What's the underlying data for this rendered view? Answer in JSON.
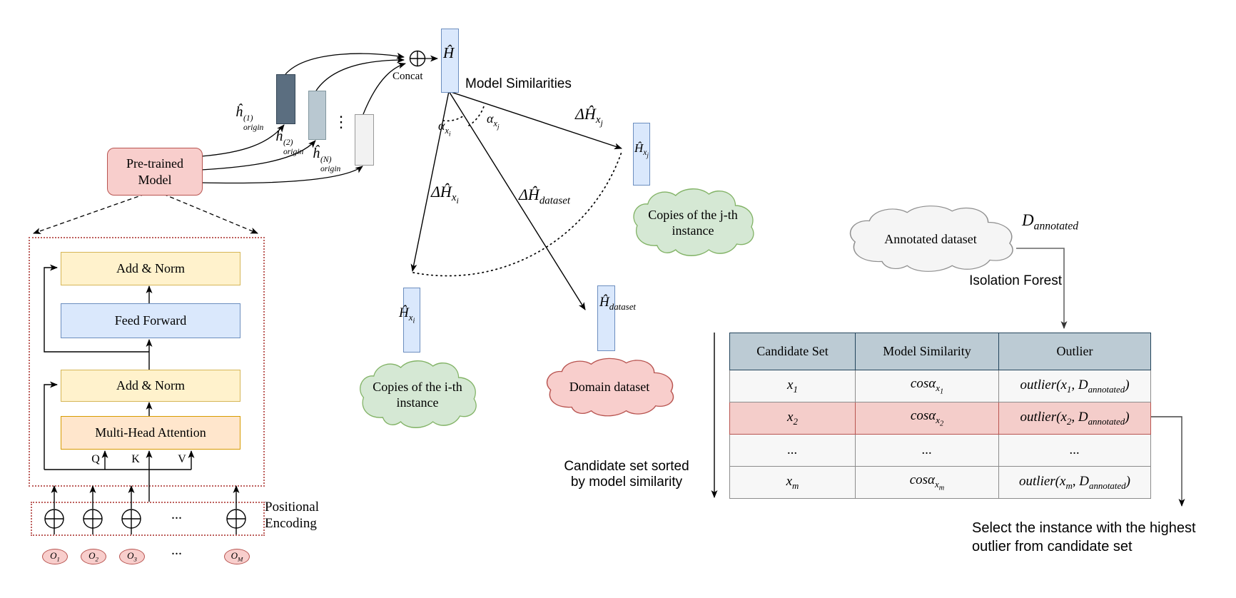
{
  "colors": {
    "accent_red": "#b85450",
    "pink_fill": "#f8cecc",
    "yellow_fill": "#fff2cc",
    "blue_fill": "#dae8fc",
    "orange_fill": "#ffe6cc",
    "green_cloud": "#d5e8d4",
    "gray_cloud": "#f5f5f5",
    "dark_bar": "#5b6e80",
    "mid_bar": "#b9c8d1",
    "light_bar": "#f2f2f2",
    "table_header": "#bccbd4",
    "dotted_frame": "#bd5f5c"
  },
  "pretrained": {
    "line1": "Pre-trained",
    "line2": "Model"
  },
  "transformer": {
    "add_norm_top": "Add & Norm",
    "feed_forward": "Feed Forward",
    "add_norm_bottom": "Add & Norm",
    "mha": "Multi-Head Attention",
    "q": "Q",
    "k": "K",
    "v": "V"
  },
  "positional": {
    "line1": "Positional",
    "line2": "Encoding",
    "dots_circles": "...",
    "dots_inputs": "...",
    "o1": "O<sub>1</sub>",
    "o2": "O<sub>2</sub>",
    "o3": "O<sub>3</sub>",
    "oM": "O<sub>M</sub>"
  },
  "hidden": {
    "h1": "ĥ<span class='st'><span>(1)</span><span>origin</span></span>",
    "h2": "ĥ<span class='st'><span>(2)</span><span>origin</span></span>",
    "hN": "ĥ<span class='st'><span>(N)</span><span>origin</span></span>",
    "vdots": "⋮",
    "concat": "Concat",
    "H": "Ĥ"
  },
  "similarity": {
    "title": "Model Similarities",
    "alpha_xi": "α<sub>x<sub>i</sub></sub>",
    "alpha_xj": "α<sub>x<sub>j</sub></sub>",
    "dH_xi": "ΔĤ<sub>x<sub>i</sub></sub>",
    "dH_dataset": "ΔĤ<sub>dataset</sub>",
    "dH_xj": "ΔĤ<sub>x<sub>j</sub></sub>",
    "H_xi": "Ĥ<sub>x<sub>i</sub></sub>",
    "H_xj": "Ĥ<sub>x<sub>j</sub></sub>",
    "H_dataset": "Ĥ<sub>dataset</sub>",
    "cloud_j_line1": "Copies of the j-th",
    "cloud_j_line2": "instance",
    "cloud_i_line1": "Copies of the i-th",
    "cloud_i_line2": "instance",
    "cloud_domain": "Domain dataset"
  },
  "annotated": {
    "cloud": "Annotated dataset",
    "d_annotated": "D<sub>annotated</sub>",
    "isolation": "Isolation Forest"
  },
  "table": {
    "headers": [
      "Candidate Set",
      "Model Similarity",
      "Outlier"
    ],
    "rows": [
      {
        "c1": "x<sub>1</sub>",
        "c2": "cosα<sub>x<sub>1</sub></sub>",
        "c3": "outlier(x<sub>1</sub>, D<sub>annotated</sub>)"
      },
      {
        "c1": "x<sub>2</sub>",
        "c2": "cosα<sub>x<sub>2</sub></sub>",
        "c3": "outlier(x<sub>2</sub>, D<sub>annotated</sub>)"
      },
      {
        "c1": "...",
        "c2": "...",
        "c3": "..."
      },
      {
        "c1": "x<sub>m</sub>",
        "c2": "cosα<sub>x<sub>m</sub></sub>",
        "c3": "outlier(x<sub>m</sub>, D<sub>annotated</sub>)"
      }
    ]
  },
  "captions": {
    "sorted_line1": "Candidate set sorted",
    "sorted_line2": "by model similarity",
    "select_line1": "Select the instance with the highest",
    "select_line2": "outlier from candidate set"
  }
}
